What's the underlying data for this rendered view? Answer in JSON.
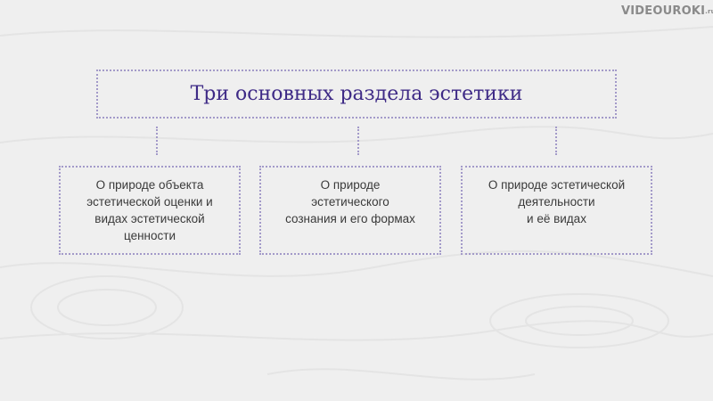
{
  "logo": {
    "text": "VIDEOUROKI",
    "suffix": ".ru"
  },
  "diagram": {
    "title": "Три основных раздела эстетики",
    "sections": [
      {
        "text": "О природе объекта\nэстетической оценки и\nвидах эстетической\nценности"
      },
      {
        "text": "О природе\nэстетического\nсознания и его формах"
      },
      {
        "text": "О природе эстетической\nдеятельности\nи её видах"
      }
    ]
  },
  "colors": {
    "title": "#3e2a86",
    "border": "#a39ac9",
    "background": "#efefef"
  }
}
